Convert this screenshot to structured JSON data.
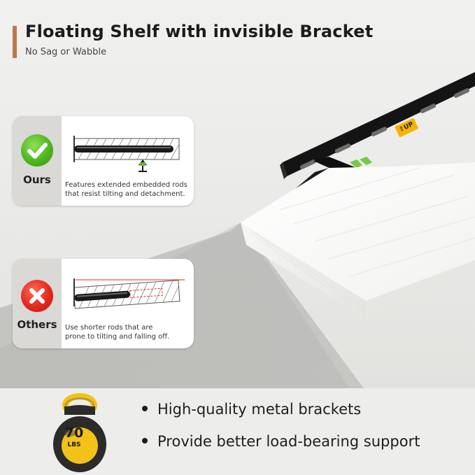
{
  "header": {
    "title": "Floating Shelf with invisible Bracket",
    "subtitle": "No Sag or Wabble"
  },
  "bracket": {
    "label": "⇧UP"
  },
  "comparison": {
    "ours": {
      "label": "Ours",
      "description_line1": "Features extended embedded rods",
      "description_line2": "that resist tilting and detachment."
    },
    "others": {
      "label": "Others",
      "description_line1": "Use shorter rods that are",
      "description_line2": "prone to tilting and falling off."
    }
  },
  "load": {
    "value": "70",
    "unit": "LBS"
  },
  "features": [
    "High-quality metal brackets",
    "Provide better load-bearing support"
  ],
  "colors": {
    "accent_bar": "#b87b4e",
    "ok_green": "#4fb520",
    "no_red": "#e3281d",
    "kettle_yellow": "#f2c21b",
    "bracket_label_bg": "#f5b400"
  }
}
